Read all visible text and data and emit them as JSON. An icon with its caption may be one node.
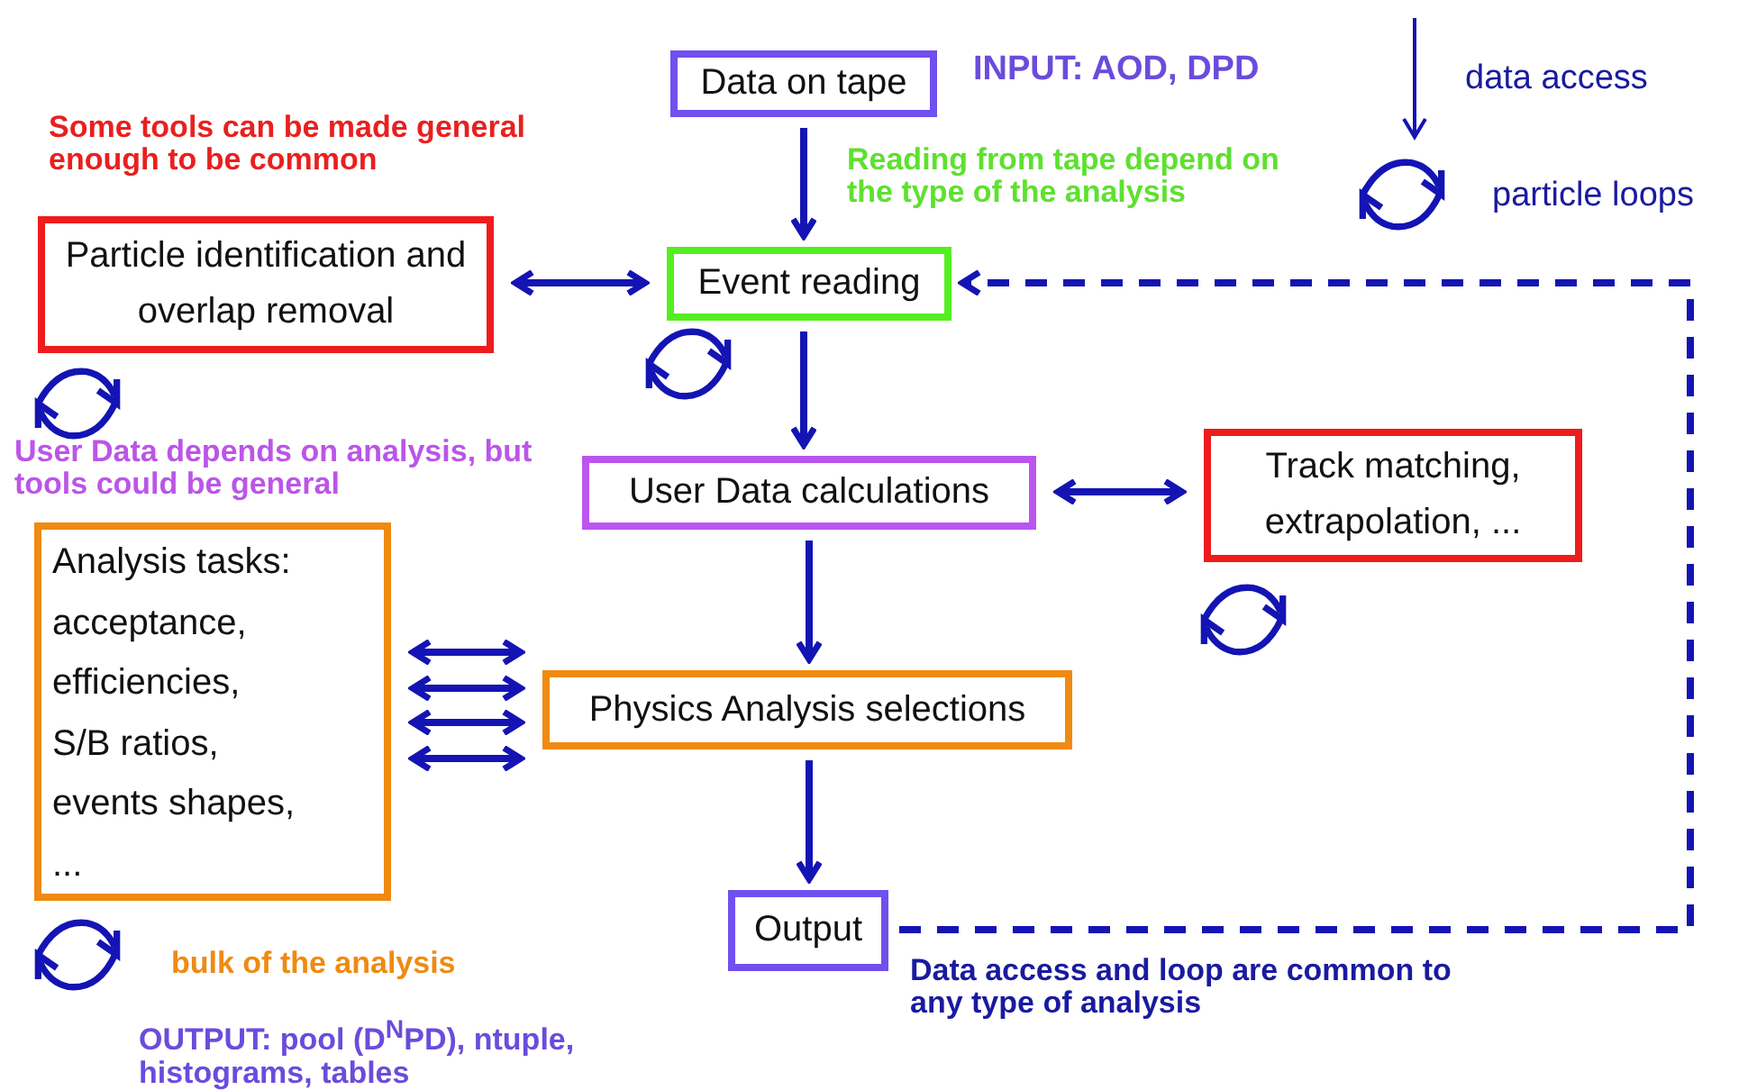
{
  "diagram": {
    "nodes": [
      {
        "text": [
          "Data on tape"
        ],
        "beside": [
          "INPUT: AOD, DPD"
        ]
      },
      {
        "text": [
          "Particle identification and overlap removal"
        ]
      },
      {
        "text": [
          "Event reading"
        ]
      },
      {
        "text": [
          "User Data calculations"
        ]
      },
      {
        "text": [
          "Track matching, extrapolation, ..."
        ]
      },
      {
        "text": [
          "Analysis tasks:",
          "acceptance,",
          "efficiencies,",
          "S/B ratios,",
          "events shapes,",
          "..."
        ]
      },
      {
        "text": [
          "Physics Analysis selections"
        ]
      },
      {
        "text": [
          "Output"
        ]
      }
    ],
    "edges": [
      {
        "from": 0,
        "to": 2,
        "arrow": "to"
      },
      {
        "from": 1,
        "to": 2,
        "arrow": "both"
      },
      {
        "from": 2,
        "to": 3,
        "arrow": "to"
      },
      {
        "from": 3,
        "to": 4,
        "arrow": "both"
      },
      {
        "from": 3,
        "to": 6,
        "arrow": "to"
      },
      {
        "from": 5,
        "to": 6,
        "arrow": "both"
      },
      {
        "from": 5,
        "to": 6,
        "arrow": "both"
      },
      {
        "from": 5,
        "to": 6,
        "arrow": "both"
      },
      {
        "from": 5,
        "to": 6,
        "arrow": "both"
      },
      {
        "from": 6,
        "to": 7,
        "arrow": "to"
      },
      {
        "from": 7,
        "to": 2,
        "arrow": "to",
        "style": "dashed"
      }
    ],
    "labels": [
      "Some tools can be made general enough to be common",
      "Reading from tape depend on the type of the analysis",
      "User Data depends on analysis, but tools could be general",
      "bulk of the analysis",
      "OUTPUT: pool (D$^{N}$PD), ntuple, histograms, tables",
      "Data access and loop are common to any type of analysis"
    ],
    "legend": [
      {
        "text": "data access"
      },
      {
        "text": "particle loops"
      }
    ]
  }
}
